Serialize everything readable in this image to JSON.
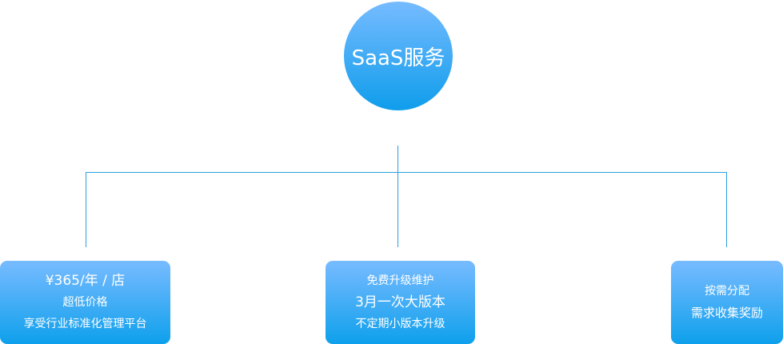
{
  "root": {
    "label": "SaaS服务"
  },
  "children": [
    {
      "lines": [
        "¥365/年 / 店",
        "超低价格",
        "享受行业标准化管理平台"
      ]
    },
    {
      "lines": [
        "免费升级维护",
        "3月一次大版本",
        "不定期小版本升级"
      ]
    },
    {
      "lines": [
        "按需分配",
        "需求收集奖励"
      ]
    }
  ],
  "colors": {
    "accent": "#0ea0ec",
    "line": "#2a9fe0"
  }
}
